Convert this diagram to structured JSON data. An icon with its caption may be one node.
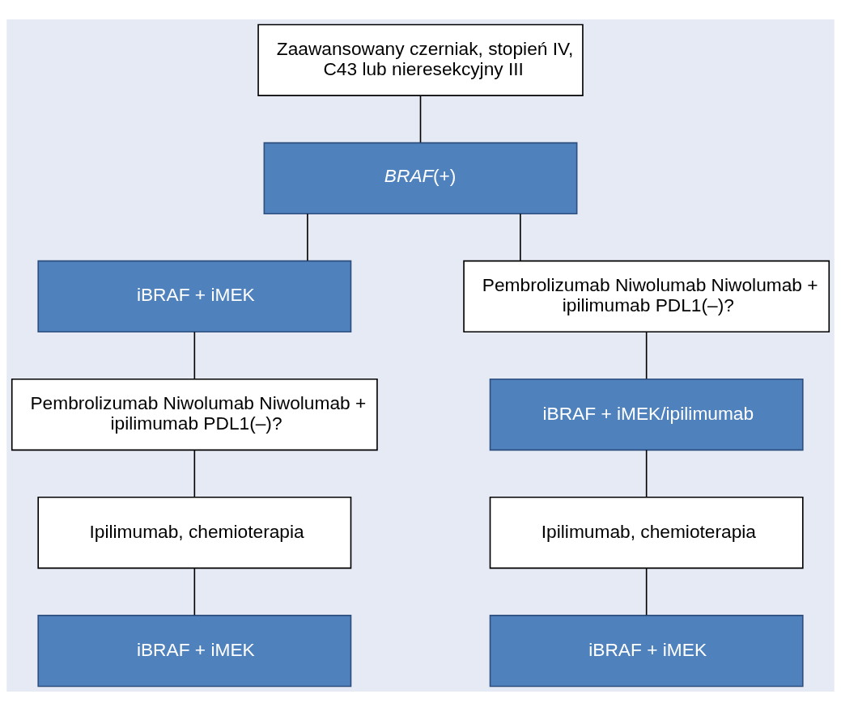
{
  "diagram": {
    "nodes": [
      {
        "text": [
          "Zaawansowany czerniak, stopień IV, C43 lub nieresekcyjny III"
        ]
      },
      {
        "text": [
          "*BRAF*(+)"
        ]
      },
      {
        "text": [
          "iBRAF + iMEK"
        ]
      },
      {
        "text": [
          "Pembrolizumab Niwolumab Niwolumab + ipilimumab PDL1(–)?"
        ]
      },
      {
        "text": [
          "Pembrolizumab Niwolumab Niwolumab + ipilimumab PDL1(–)?"
        ]
      },
      {
        "text": [
          "iBRAF + iMEK/ipilimumab"
        ]
      },
      {
        "text": [
          "Ipilimumab, chemioterapia"
        ]
      },
      {
        "text": [
          "Ipilimumab, chemioterapia"
        ]
      },
      {
        "text": [
          "iBRAF + iMEK"
        ]
      },
      {
        "text": [
          "iBRAF + iMEK"
        ]
      }
    ],
    "edges": [
      {
        "from": 0,
        "to": 1,
        "arrow": "none"
      },
      {
        "from": 1,
        "to": 2,
        "arrow": "none"
      },
      {
        "from": 1,
        "to": 3,
        "arrow": "none"
      },
      {
        "from": 2,
        "to": 4,
        "arrow": "none"
      },
      {
        "from": 3,
        "to": 5,
        "arrow": "none"
      },
      {
        "from": 4,
        "to": 6,
        "arrow": "none"
      },
      {
        "from": 5,
        "to": 7,
        "arrow": "none"
      },
      {
        "from": 6,
        "to": 8,
        "arrow": "none"
      },
      {
        "from": 7,
        "to": 9,
        "arrow": "none"
      }
    ]
  }
}
